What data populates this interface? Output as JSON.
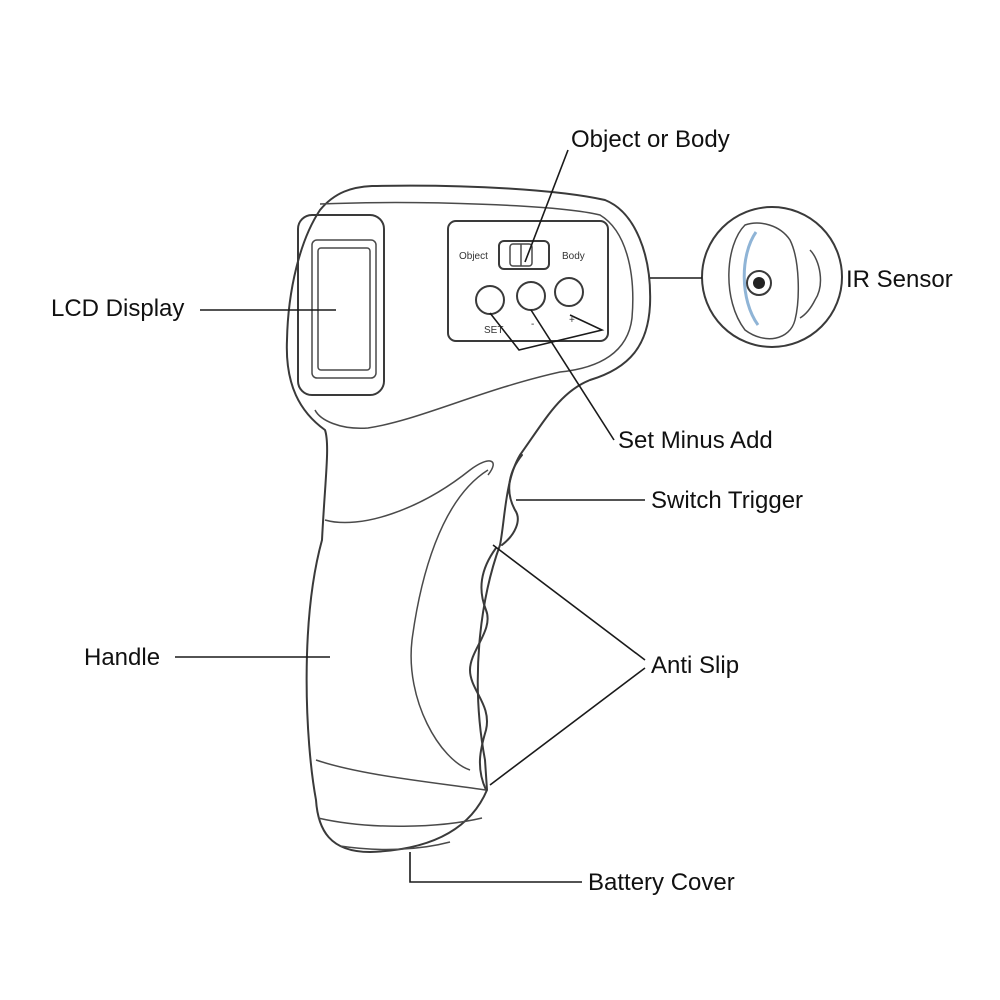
{
  "labels": {
    "object_or_body": "Object or Body",
    "ir_sensor": "IR Sensor",
    "lcd_display": "LCD Display",
    "set_minus_add": "Set Minus Add",
    "switch_trigger": "Switch Trigger",
    "handle": "Handle",
    "anti_slip": "Anti Slip",
    "battery_cover": "Battery Cover"
  },
  "device_text": {
    "object": "Object",
    "body": "Body",
    "set": "SET",
    "minus": "-",
    "plus": "+"
  },
  "colors": {
    "outline": "#3a3a3a",
    "sensor_accent": "#8fb4d6",
    "text": "#111111"
  }
}
